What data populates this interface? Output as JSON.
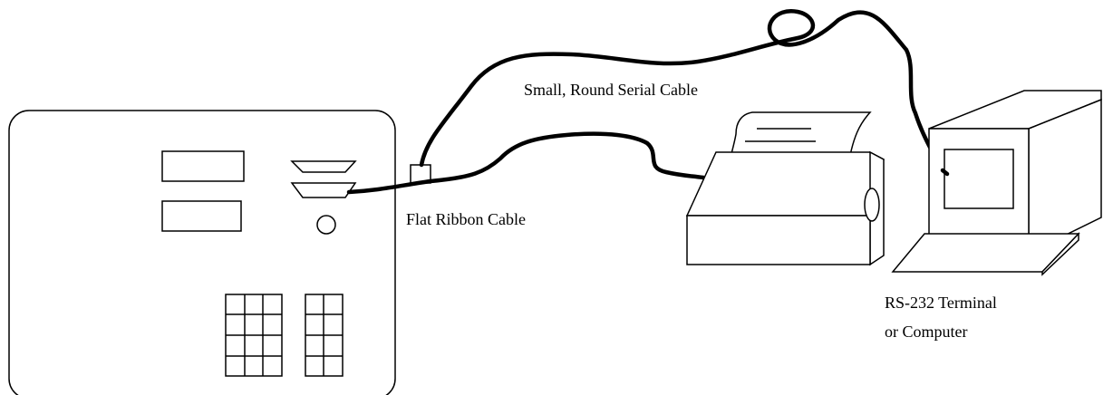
{
  "labels": {
    "serial_cable": "Small, Round Serial Cable",
    "ribbon_cable": "Flat Ribbon Cable",
    "terminal_line1": "RS-232 Terminal",
    "terminal_line2": "or Computer"
  },
  "colors": {
    "stroke": "#000000",
    "background": "#ffffff"
  }
}
